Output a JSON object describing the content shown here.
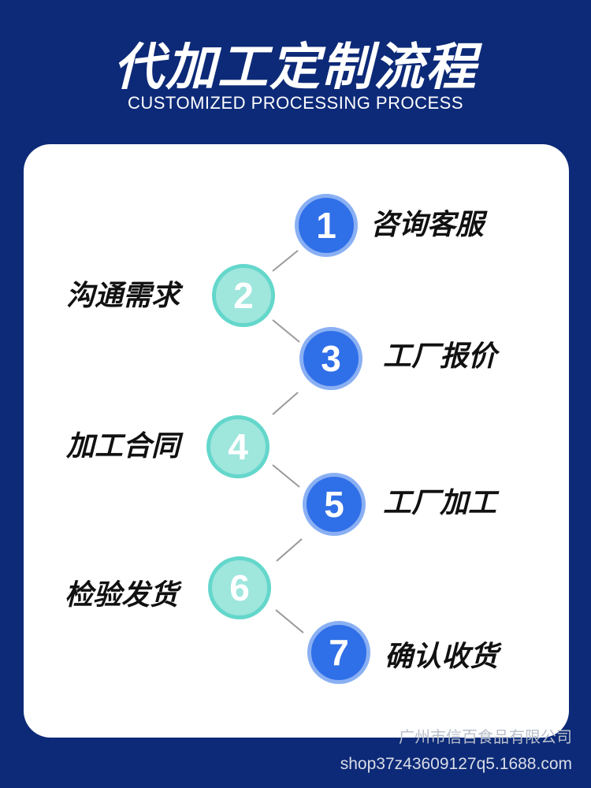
{
  "header": {
    "title": "代加工定制流程",
    "subtitle": "CUSTOMIZED PROCESSING PROCESS"
  },
  "steps": [
    {
      "number": "1",
      "label": "咨询客服",
      "color": "blue"
    },
    {
      "number": "2",
      "label": "沟通需求",
      "color": "teal"
    },
    {
      "number": "3",
      "label": "工厂报价",
      "color": "blue"
    },
    {
      "number": "4",
      "label": "加工合同",
      "color": "teal"
    },
    {
      "number": "5",
      "label": "工厂加工",
      "color": "blue"
    },
    {
      "number": "6",
      "label": "检验发货",
      "color": "teal"
    },
    {
      "number": "7",
      "label": "确认收货",
      "color": "blue"
    }
  ],
  "colors": {
    "background": "#0d2a78",
    "step_blue": "#2f6fe8",
    "step_teal": "#9fe6dd"
  },
  "watermark": {
    "company": "广州市信百食品有限公司",
    "url": "shop37z43609127q5.1688.com"
  }
}
